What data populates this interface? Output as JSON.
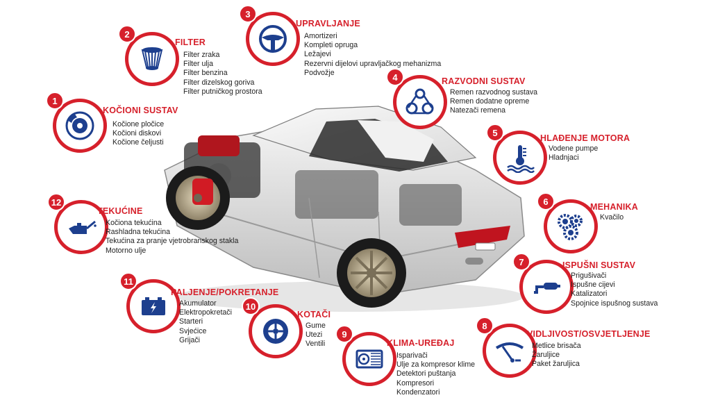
{
  "colors": {
    "accent": "#d6202b",
    "icon": "#1d3f8e"
  },
  "categories": [
    {
      "number": "1",
      "title": "KOČIONI SUSTAV",
      "icon": "brake-disc-icon",
      "items": [
        "Kočione pločice",
        "Kočioni diskovi",
        "Kočione čeljusti"
      ]
    },
    {
      "number": "2",
      "title": "FILTER",
      "icon": "air-filter-icon",
      "items": [
        "Filter zraka",
        "Filter ulja",
        "Filter benzina",
        "Filter dizelskog goriva",
        "Filter putničkog prostora"
      ]
    },
    {
      "number": "3",
      "title": "UPRAVLJANJE",
      "icon": "steering-wheel-icon",
      "items": [
        "Amortizeri",
        "Kompleti opruga",
        "Ležajevi",
        "Rezervni dijelovi upravljačkog mehanizma",
        "Podvožje"
      ]
    },
    {
      "number": "4",
      "title": "RAZVODNI SUSTAV",
      "icon": "timing-belt-icon",
      "items": [
        "Remen razvodnog sustava",
        "Remen dodatne opreme",
        "Natezači remena"
      ]
    },
    {
      "number": "5",
      "title": "HLAĐENJE MOTORA",
      "icon": "coolant-temperature-icon",
      "items": [
        "Vodene pumpe",
        "Hladnjaci"
      ]
    },
    {
      "number": "6",
      "title": "MEHANIKA",
      "icon": "gears-icon",
      "items": [
        "Kvačilo"
      ]
    },
    {
      "number": "7",
      "title": "ISPUŠNI SUSTAV",
      "icon": "exhaust-pipe-icon",
      "items": [
        "Prigušivači",
        "Ispušne cijevi",
        "Katalizatori",
        "Spojnice ispušnog sustava"
      ]
    },
    {
      "number": "8",
      "title": "VIDLJIVOST/OSVJETLJENJE",
      "icon": "wiper-icon",
      "items": [
        "Metlice brisača",
        "Žaruljice",
        "Paket žaruljica"
      ]
    },
    {
      "number": "9",
      "title": "KLIMA-UREĐAJ",
      "icon": "air-conditioning-icon",
      "items": [
        "Isparivači",
        "Ulje za kompresor klime",
        "Detektori puštanja",
        "Kompresori",
        "Kondenzatori"
      ]
    },
    {
      "number": "10",
      "title": "KOTAČI",
      "icon": "wheel-icon",
      "items": [
        "Gume",
        "Utezi",
        "Ventili"
      ]
    },
    {
      "number": "11",
      "title": "PALJENJE/POKRETANJE",
      "icon": "battery-icon",
      "items": [
        "Akumulator",
        "Elektropokretači",
        "Starteri",
        "Svjećice",
        "Grijači"
      ]
    },
    {
      "number": "12",
      "title": "TEKUĆINE",
      "icon": "oil-can-icon",
      "items": [
        "Kočiona tekućina",
        "Rashladna tekućina",
        "Tekućina za pranje vjetrobranskog stakla",
        "Motorno ulje"
      ]
    }
  ]
}
